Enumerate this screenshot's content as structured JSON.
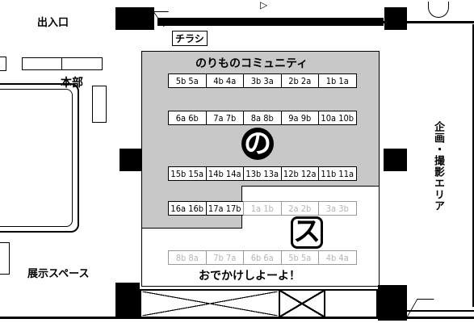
{
  "labels": {
    "entrance": "出入口",
    "hq": "本部",
    "flyer": "チラシ",
    "exhibit": "展示スペース",
    "planning": "企画・撮影エリア",
    "zone_vehicle_title": "のりものコミュニティ",
    "zone_outing_title": "おでかけしよーよ！",
    "zone_vehicle_mark": "の",
    "zone_outing_mark": "ス"
  },
  "colors": {
    "vehicle_zone": "#c8c8c8",
    "outing_zone": "#ffffff",
    "faded_text": "#b5b5b5"
  },
  "booth_rows": [
    {
      "zone": "vehicle",
      "booths": [
        "5b",
        "5a",
        "4b",
        "4a",
        "3b",
        "3a",
        "2b",
        "2a",
        "1b",
        "1a"
      ]
    },
    {
      "zone": "vehicle",
      "booths": [
        "6a",
        "6b",
        "7a",
        "7b",
        "8a",
        "8b",
        "9a",
        "9b",
        "10a",
        "10b"
      ]
    },
    {
      "zone": "vehicle",
      "booths": [
        "15b",
        "15a",
        "14b",
        "14a",
        "13b",
        "13a",
        "12b",
        "12a",
        "11b",
        "11a"
      ]
    },
    {
      "zone": "mixed",
      "booths": [
        "16a",
        "16b",
        "17a",
        "17b"
      ],
      "faded": [
        "1a",
        "1b",
        "2a",
        "2b",
        "3a",
        "3b"
      ]
    },
    {
      "zone": "outing",
      "faded": [
        "8b",
        "8a",
        "7b",
        "7a",
        "6b",
        "6a",
        "5b",
        "5a",
        "4b",
        "4a"
      ]
    }
  ]
}
